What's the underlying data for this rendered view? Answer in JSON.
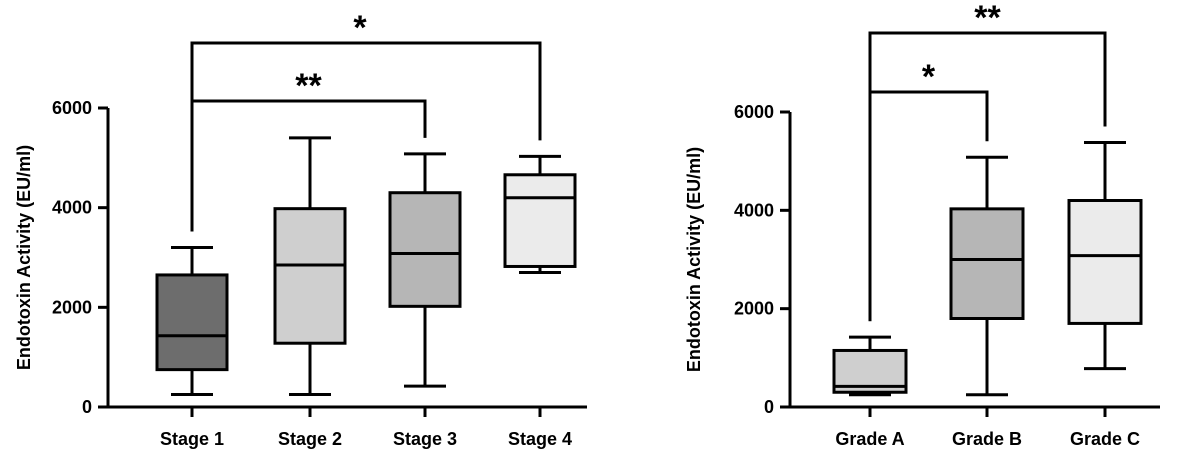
{
  "chart_data": [
    {
      "type": "box",
      "title": "",
      "xlabel": "",
      "ylabel": "Endotoxin Activity (EU/ml)",
      "ylim": [
        0,
        6000
      ],
      "yticks": [
        0,
        2000,
        4000,
        6000
      ],
      "categories": [
        "Stage 1",
        "Stage 2",
        "Stage 3",
        "Stage 4"
      ],
      "boxes": [
        {
          "category": "Stage 1",
          "min": 250,
          "q1": 750,
          "median": 1430,
          "q3": 2650,
          "max": 3200,
          "fill": "#6d6d6d"
        },
        {
          "category": "Stage 2",
          "min": 250,
          "q1": 1280,
          "median": 2850,
          "q3": 3980,
          "max": 5400,
          "fill": "#cfcfcf"
        },
        {
          "category": "Stage 3",
          "min": 420,
          "q1": 2020,
          "median": 3080,
          "q3": 4300,
          "max": 5080,
          "fill": "#b6b6b6"
        },
        {
          "category": "Stage 4",
          "min": 2700,
          "q1": 2820,
          "median": 4200,
          "q3": 4660,
          "max": 5030,
          "fill": "#ebebeb"
        }
      ],
      "significance": [
        {
          "from": "Stage 1",
          "to": "Stage 4",
          "label": "*"
        },
        {
          "from": "Stage 1",
          "to": "Stage 3",
          "label": "**"
        }
      ],
      "grid": false
    },
    {
      "type": "box",
      "title": "",
      "xlabel": "",
      "ylabel": "Endotoxin Activity (EU/ml)",
      "ylim": [
        0,
        6000
      ],
      "yticks": [
        0,
        2000,
        4000,
        6000
      ],
      "categories": [
        "Grade A",
        "Grade B",
        "Grade C"
      ],
      "boxes": [
        {
          "category": "Grade A",
          "min": 250,
          "q1": 300,
          "median": 420,
          "q3": 1150,
          "max": 1420,
          "fill": "#cfcfcf"
        },
        {
          "category": "Grade B",
          "min": 250,
          "q1": 1800,
          "median": 3000,
          "q3": 4030,
          "max": 5080,
          "fill": "#b6b6b6"
        },
        {
          "category": "Grade C",
          "min": 780,
          "q1": 1700,
          "median": 3080,
          "q3": 4200,
          "max": 5380,
          "fill": "#ebebeb"
        }
      ],
      "significance": [
        {
          "from": "Grade A",
          "to": "Grade C",
          "label": "**"
        },
        {
          "from": "Grade A",
          "to": "Grade B",
          "label": "*"
        }
      ],
      "grid": false
    }
  ]
}
